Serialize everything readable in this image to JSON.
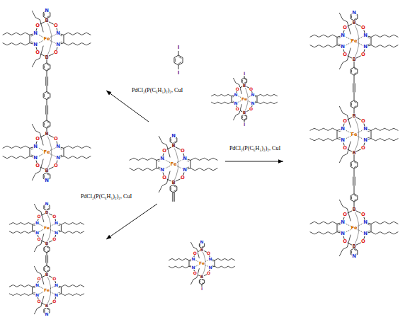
{
  "diagram": {
    "labels": [
      "PdCl₂(P(C₆H₅)₃)₂, CuI",
      "PdCl₂(P(C₆H₅)₃)₂, CuI",
      "PdCl₂(P(C₆H₅)₃)₂, CuI",
      "I",
      "I",
      "N",
      "B",
      "O",
      "O",
      "N",
      "N",
      "Fe",
      "N",
      "N",
      "O",
      "O",
      "B",
      "B",
      "O",
      "O",
      "N",
      "N",
      "Fe",
      "N",
      "N",
      "O",
      "O",
      "B",
      "N",
      "N",
      "B",
      "O",
      "O",
      "N",
      "N",
      "Fe",
      "N",
      "N",
      "O",
      "O",
      "B",
      "I",
      "B",
      "O",
      "O",
      "N",
      "N",
      "Fe",
      "N",
      "N",
      "O",
      "O",
      "B",
      "I",
      "N",
      "B",
      "O",
      "O",
      "N",
      "N",
      "Fe",
      "N",
      "N",
      "O",
      "O",
      "B",
      "B",
      "O",
      "O",
      "N",
      "N",
      "Fe",
      "N",
      "N",
      "O",
      "O",
      "B",
      "B",
      "O",
      "O",
      "N",
      "N",
      "Fe",
      "N",
      "N",
      "O",
      "O",
      "B",
      "N",
      "N",
      "B",
      "O",
      "O",
      "N",
      "N",
      "Fe",
      "N",
      "N",
      "O",
      "O",
      "B",
      "B",
      "O",
      "O",
      "N",
      "N",
      "Fe",
      "N",
      "N",
      "O",
      "O",
      "B",
      "N",
      "N",
      "B",
      "O",
      "O",
      "N",
      "N",
      "Fe",
      "N",
      "N",
      "O",
      "O",
      "B",
      "I"
    ]
  }
}
